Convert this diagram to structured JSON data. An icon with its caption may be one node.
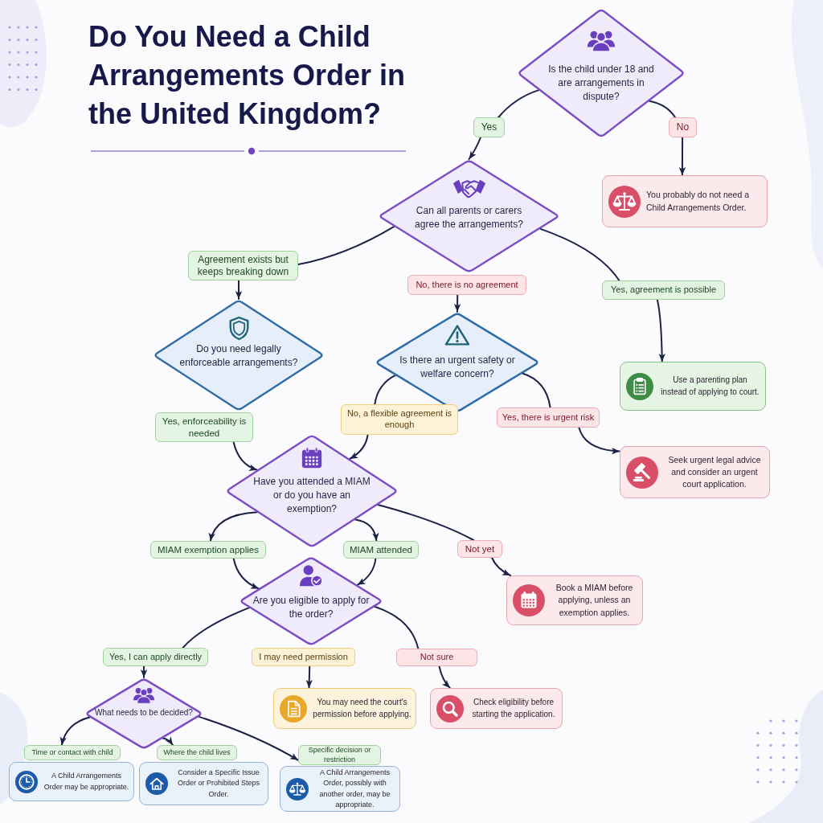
{
  "diagram": {
    "title": "Do You Need a Child Arrangements Order in the United Kingdom?",
    "nodes": [
      {
        "text": [
          "Is the child under 18 and are arrangements in dispute?"
        ]
      },
      {
        "text": [
          "Yes"
        ]
      },
      {
        "text": [
          "No"
        ]
      },
      {
        "text": [
          "You probably do not need a Child Arrangements Order."
        ]
      },
      {
        "text": [
          "Can all parents or carers agree the arrangements?"
        ]
      },
      {
        "text": [
          "Agreement exists but keeps breaking down"
        ]
      },
      {
        "text": [
          "No, there is no agreement"
        ]
      },
      {
        "text": [
          "Yes, agreement is possible"
        ]
      },
      {
        "text": [
          "Do you need legally enforceable arrangements?"
        ]
      },
      {
        "text": [
          "Is there an urgent safety or welfare concern?"
        ]
      },
      {
        "text": [
          "Use a parenting plan instead of applying to court."
        ]
      },
      {
        "text": [
          "Yes, enforceability is needed"
        ]
      },
      {
        "text": [
          "No, a flexible agreement is enough"
        ]
      },
      {
        "text": [
          "Yes, there is urgent risk"
        ]
      },
      {
        "text": [
          "Seek urgent legal advice and consider an urgent court application."
        ]
      },
      {
        "text": [
          "Have you attended a MIAM or do you have an exemption?"
        ]
      },
      {
        "text": [
          "MIAM exemption applies"
        ]
      },
      {
        "text": [
          "MIAM attended"
        ]
      },
      {
        "text": [
          "Not yet"
        ]
      },
      {
        "text": [
          "Book a MIAM before applying, unless an exemption applies."
        ]
      },
      {
        "text": [
          "Are you eligible to apply for the order?"
        ]
      },
      {
        "text": [
          "Yes, I can apply directly"
        ]
      },
      {
        "text": [
          "I may need permission"
        ]
      },
      {
        "text": [
          "Not sure"
        ]
      },
      {
        "text": [
          "You may need the court's permission before applying."
        ]
      },
      {
        "text": [
          "Check eligibility before starting the application."
        ]
      },
      {
        "text": [
          "What needs to be decided?"
        ]
      },
      {
        "text": [
          "Time or contact with child"
        ]
      },
      {
        "text": [
          "Where the child lives"
        ]
      },
      {
        "text": [
          "Specific decision or restriction"
        ]
      },
      {
        "text": [
          "A Child Arrangements Order may be appropriate."
        ]
      },
      {
        "text": [
          "Consider a Specific Issue Order or Prohibited Steps Order."
        ]
      },
      {
        "text": [
          "A Child Arrangements Order, possibly with another order, may be appropriate."
        ]
      }
    ],
    "edges": [
      {
        "from": 0,
        "to": 1,
        "arrow": "none"
      },
      {
        "from": 1,
        "to": 4,
        "arrow": "to"
      },
      {
        "from": 0,
        "to": 2,
        "arrow": "none"
      },
      {
        "from": 2,
        "to": 3,
        "arrow": "to"
      },
      {
        "from": 4,
        "to": 5,
        "arrow": "none"
      },
      {
        "from": 5,
        "to": 8,
        "arrow": "to"
      },
      {
        "from": 6,
        "to": 9,
        "arrow": "to"
      },
      {
        "from": 4,
        "to": 7,
        "arrow": "none"
      },
      {
        "from": 7,
        "to": 10,
        "arrow": "to"
      },
      {
        "from": 9,
        "to": 12,
        "arrow": "none"
      },
      {
        "from": 9,
        "to": 13,
        "arrow": "none"
      },
      {
        "from": 11,
        "to": 15,
        "arrow": "to"
      },
      {
        "from": 12,
        "to": 15,
        "arrow": "to"
      },
      {
        "from": 13,
        "to": 14,
        "arrow": "to"
      },
      {
        "from": 15,
        "to": 16,
        "arrow": "to"
      },
      {
        "from": 15,
        "to": 17,
        "arrow": "to"
      },
      {
        "from": 15,
        "to": 18,
        "arrow": "none"
      },
      {
        "from": 16,
        "to": 20,
        "arrow": "to"
      },
      {
        "from": 17,
        "to": 20,
        "arrow": "to"
      },
      {
        "from": 18,
        "to": 19,
        "arrow": "to"
      },
      {
        "from": 20,
        "to": 21,
        "arrow": "none"
      },
      {
        "from": 20,
        "to": 23,
        "arrow": "none"
      },
      {
        "from": 21,
        "to": 26,
        "arrow": "to"
      },
      {
        "from": 22,
        "to": 24,
        "arrow": "to"
      },
      {
        "from": 23,
        "to": 25,
        "arrow": "to"
      },
      {
        "from": 26,
        "to": 27,
        "arrow": "to"
      },
      {
        "from": 26,
        "to": 28,
        "arrow": "to"
      },
      {
        "from": 26,
        "to": 29,
        "arrow": "to"
      }
    ]
  }
}
